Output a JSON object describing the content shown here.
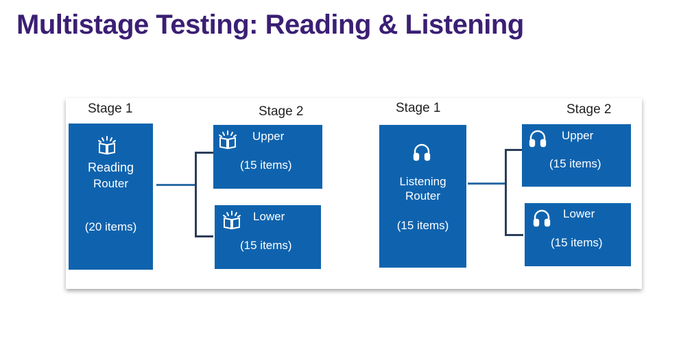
{
  "title": "Multistage Testing: Reading & Listening",
  "reading": {
    "stage1_label": "Stage 1",
    "stage2_label": "Stage 2",
    "router": {
      "name_line1": "Reading",
      "name_line2": "Router",
      "items": "(20 items)",
      "icon": "open-book-icon"
    },
    "upper": {
      "label": "Upper",
      "items": "(15 items)",
      "icon": "open-book-icon"
    },
    "lower": {
      "label": "Lower",
      "items": "(15 items)",
      "icon": "open-book-icon"
    }
  },
  "listening": {
    "stage1_label": "Stage 1",
    "stage2_label": "Stage 2",
    "router": {
      "name_line1": "Listening",
      "name_line2": "Router",
      "items": "(15 items)",
      "icon": "headphones-icon"
    },
    "upper": {
      "label": "Upper",
      "items": "(15 items)",
      "icon": "headphones-icon"
    },
    "lower": {
      "label": "Lower",
      "items": "(15 items)",
      "icon": "headphones-icon"
    }
  },
  "colors": {
    "title": "#3b1f74",
    "box": "#0f63ae",
    "bracket": "#2b3d5a",
    "connector": "#2e6ca6"
  }
}
